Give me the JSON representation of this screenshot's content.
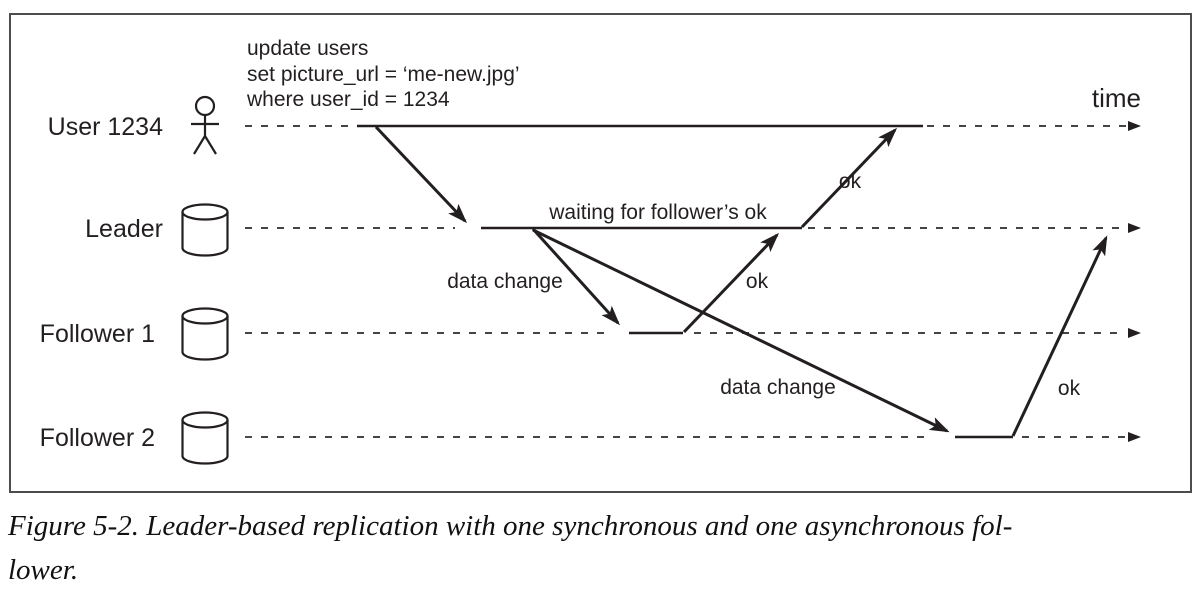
{
  "figure": {
    "caption_line1": "Figure 5-2. Leader-based replication with one synchronous and one asynchronous fol-",
    "caption_line2": "lower."
  },
  "diagram": {
    "time_label": "time",
    "query": {
      "line1": "update users",
      "line2": "set picture_url = ‘me-new.jpg’",
      "line3": "where user_id = 1234"
    },
    "rows": {
      "user": {
        "label": "User 1234",
        "icon": "person-icon"
      },
      "leader": {
        "label": "Leader",
        "icon": "database-icon"
      },
      "follower1": {
        "label": "Follower 1",
        "icon": "database-icon"
      },
      "follower2": {
        "label": "Follower 2",
        "icon": "database-icon"
      }
    },
    "annotations": {
      "waiting": "waiting for follower’s ok",
      "data_change_1": "data change",
      "ok_1": "ok",
      "ok_2": "ok",
      "data_change_2": "data change",
      "ok_3": "ok"
    },
    "colors": {
      "ink": "#231f20",
      "border": "#4d4d4f",
      "background": "#ffffff"
    }
  }
}
